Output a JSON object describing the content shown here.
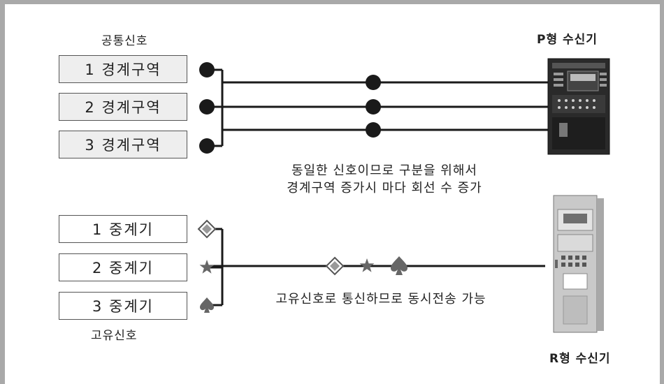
{
  "top": {
    "signal_label": "공통신호",
    "zones": [
      "1 경계구역",
      "2 경계구역",
      "3 경계구역"
    ],
    "receiver_label": "P형 수신기",
    "note_line1": "동일한 신호이므로 구분을 위해서",
    "note_line2": "경계구역 증가시 마다 회선 수 증가"
  },
  "bottom": {
    "relays": [
      "1 중계기",
      "2 중계기",
      "3 중계기"
    ],
    "signal_label": "고유신호",
    "receiver_label": "R형 수신기",
    "note": "고유신호로 통신하므로 동시전송 가능"
  },
  "colors": {
    "line": "#1a1a1a",
    "frame": "#a9a9a9",
    "zone_fill": "#eeeeee"
  },
  "icons": [
    "dot-icon",
    "diamond-icon",
    "star-icon",
    "spade-icon"
  ]
}
